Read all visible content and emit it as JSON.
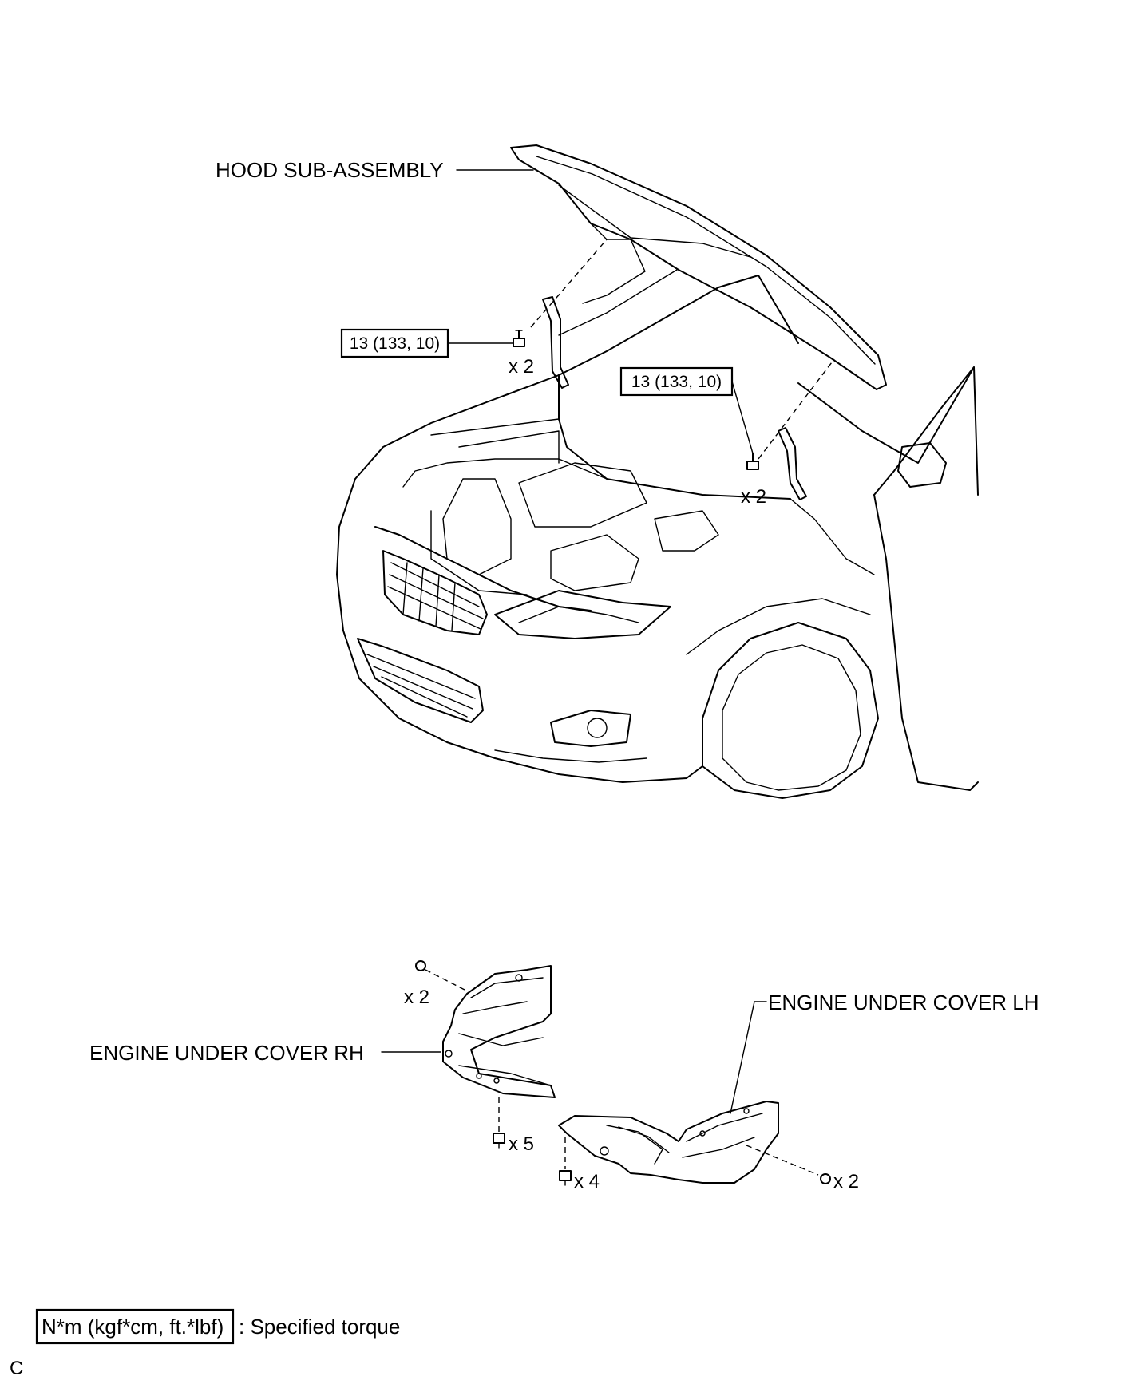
{
  "labels": {
    "hood": "HOOD SUB-ASSEMBLY",
    "cover_rh": "ENGINE UNDER COVER RH",
    "cover_lh": "ENGINE UNDER COVER LH"
  },
  "torque": {
    "hinge_left": "13 (133, 10)",
    "hinge_right": "13 (133, 10)"
  },
  "quantities": {
    "hinge_left_bolts": "x 2",
    "hinge_right_bolts": "x 2",
    "rh_top_bolts": "x 2",
    "rh_bottom_bolts": "x 5",
    "lh_left_bolts": "x 4",
    "lh_right_bolts": "x 2"
  },
  "legend": {
    "key": "N*m (kgf*cm, ft.*lbf)",
    "description": ": Specified torque"
  },
  "corner_code": "C"
}
